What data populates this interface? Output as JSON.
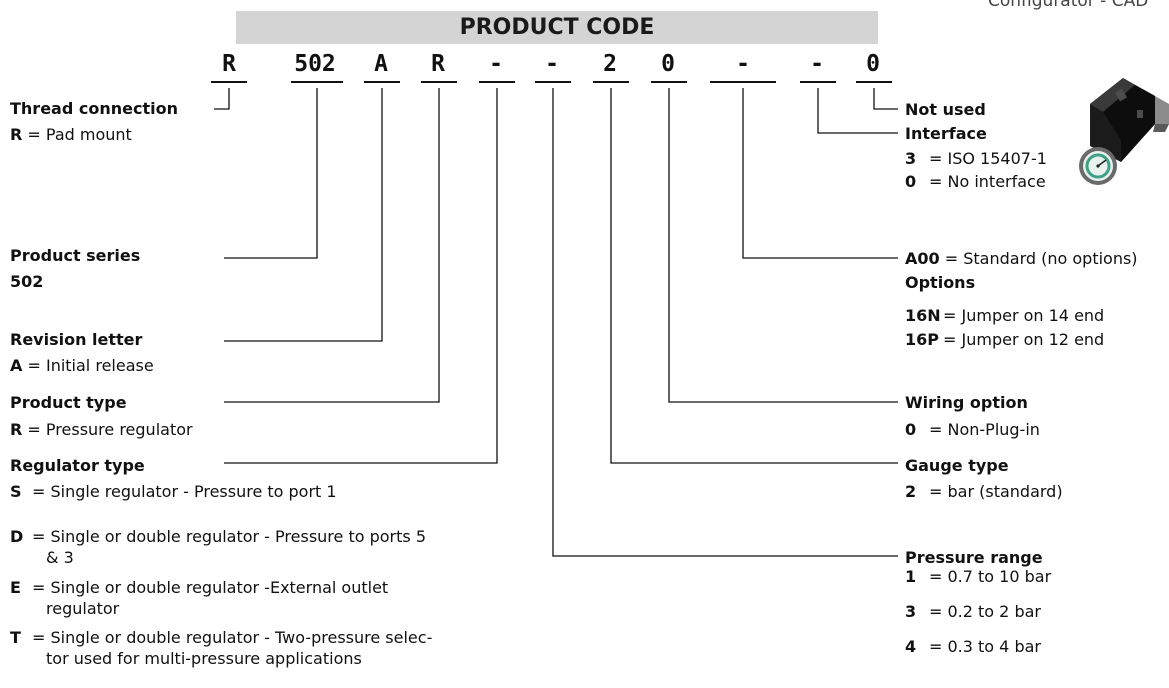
{
  "corner_title": "Configurator - CAD",
  "header": {
    "title": "PRODUCT CODE"
  },
  "code": [
    "R",
    "502",
    "A",
    "R",
    "-",
    "-",
    "2",
    "0",
    "-",
    "-",
    "0"
  ],
  "left": {
    "thread": {
      "title": "Thread connection",
      "key": "R",
      "desc": "= Pad mount"
    },
    "series": {
      "title": "Product series",
      "value": "502"
    },
    "revision": {
      "title": "Revision letter",
      "key": "A",
      "desc": "= Initial release"
    },
    "ptype": {
      "title": "Product type",
      "key": "R",
      "desc": "=  Pressure regulator"
    },
    "regtype": {
      "title": "Regulator type",
      "items": [
        {
          "key": "S",
          "l1": "= Single regulator - Pressure to port 1",
          "l2": ""
        },
        {
          "key": "D",
          "l1": "= Single or double regulator - Pressure to ports 5",
          "l2": "& 3"
        },
        {
          "key": "E",
          "l1": "= Single or double regulator -External outlet",
          "l2": "regulator"
        },
        {
          "key": "T",
          "l1": "= Single or double regulator - Two-pressure selec-",
          "l2": "tor used for multi-pressure applications"
        }
      ]
    }
  },
  "right": {
    "notused": {
      "title": "Not used"
    },
    "interface": {
      "title": "Interface",
      "items": [
        {
          "key": "3",
          "desc": "= ISO 15407-1"
        },
        {
          "key": "0",
          "desc": "= No interface"
        }
      ]
    },
    "options": {
      "standard_key": "A00",
      "standard_desc": "= Standard (no options)",
      "title": "Options",
      "items": [
        {
          "key": "16N",
          "desc": "=  Jumper on 14 end"
        },
        {
          "key": "16P",
          "desc": "=  Jumper on 12 end"
        }
      ]
    },
    "wiring": {
      "title": "Wiring option",
      "key": "0",
      "desc": "= Non-Plug-in"
    },
    "gauge": {
      "title": "Gauge type",
      "key": "2",
      "desc": "= bar (standard)"
    },
    "pressure": {
      "title": "Pressure range",
      "items": [
        {
          "key": "1",
          "desc": "= 0.7 to 10 bar"
        },
        {
          "key": "3",
          "desc": "= 0.2 to 2 bar"
        },
        {
          "key": "4",
          "desc": "= 0.3 to 4 bar"
        }
      ]
    }
  }
}
